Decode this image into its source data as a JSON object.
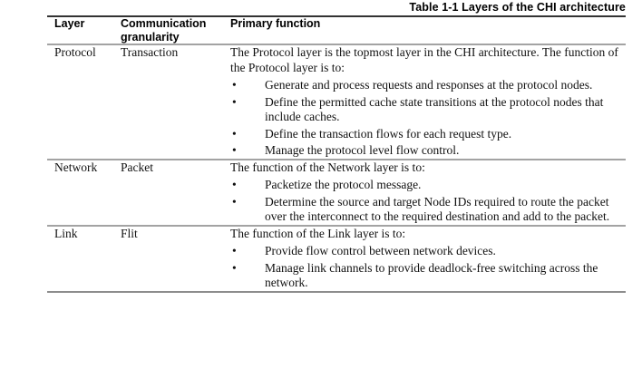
{
  "document": {
    "caption": "Table 1-1 Layers of the CHI architecture",
    "background_color": "#ffffff",
    "rule_colors": {
      "top": "#333333",
      "header_separator": "#a3a3a3",
      "row_separator": "#a3a3a3",
      "bottom": "#8d8d8d"
    }
  },
  "table": {
    "headers": [
      {
        "label": "Layer"
      },
      {
        "label": "Communication granularity"
      },
      {
        "label": "Primary function"
      }
    ],
    "rows": [
      {
        "layer": "Protocol",
        "granularity": "Transaction",
        "function_intro": "The Protocol layer is the topmost layer in the CHI architecture. The function of the Protocol layer is to:",
        "function_bullets": [
          "Generate and process requests and responses at the protocol nodes.",
          "Define the permitted cache state transitions at the protocol nodes that include caches.",
          "Define the transaction flows for each request type.",
          "Manage the protocol level flow control."
        ]
      },
      {
        "layer": "Network",
        "granularity": "Packet",
        "function_intro": "The function of the Network layer is to:",
        "function_bullets": [
          "Packetize the protocol message.",
          "Determine the source and target Node IDs required to route the packet over the interconnect to the required destination and add to the packet."
        ]
      },
      {
        "layer": "Link",
        "granularity": "Flit",
        "function_intro": "The function of the Link layer is to:",
        "function_bullets": [
          "Provide flow control between network devices.",
          "Manage link channels to provide deadlock-free switching across the network."
        ]
      }
    ],
    "bullet_glyph": "•"
  }
}
